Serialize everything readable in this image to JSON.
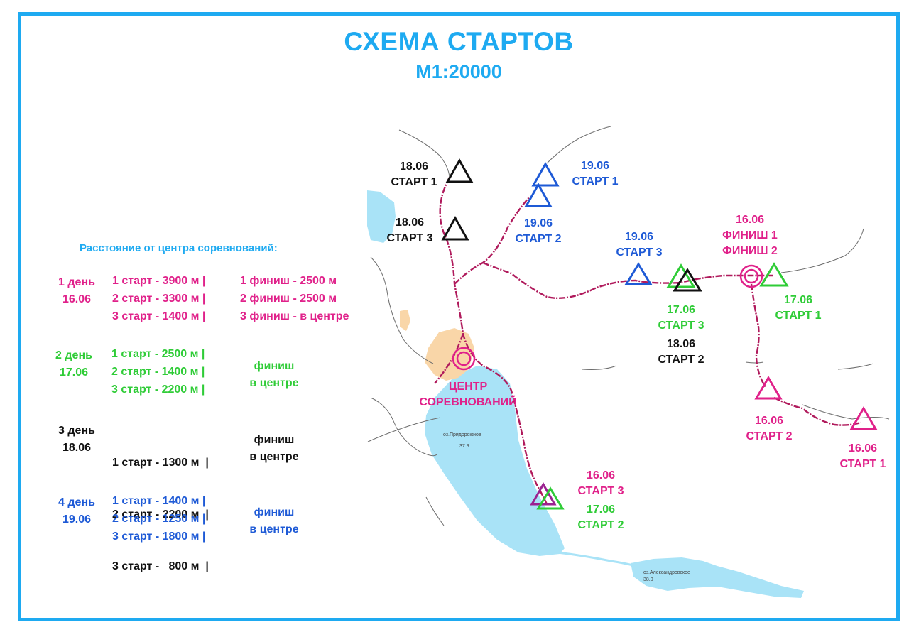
{
  "colors": {
    "cyan": "#1eaaf1",
    "magenta": "#e0218a",
    "green": "#2fcc37",
    "black": "#111111",
    "blue": "#1e5ad6",
    "road": "#b01a5c",
    "water": "#a9e3f7",
    "settlement": "#f9d6a8"
  },
  "title": "СХЕМА СТАРТОВ",
  "scale": "М1:20000",
  "legend": {
    "heading": "Расстояние от центра соревнований:",
    "days": [
      {
        "day": "1 день",
        "date": "16.06",
        "starts": [
          "1 старт - 3900 м  |",
          "2 старт - 3300 м  |",
          "3 старт - 1400 м  |"
        ],
        "finish": [
          "1 финиш - 2500 м",
          "2 финиш - 2500 м",
          "3 финиш - в центре"
        ]
      },
      {
        "day": "2 день",
        "date": "17.06",
        "starts": [
          "1 старт - 2500 м  |",
          "2 старт - 1400 м  |",
          "3 старт - 2200 м  |"
        ],
        "finish": [
          "финиш",
          "в центре"
        ]
      },
      {
        "day": "3 день",
        "date": "18.06",
        "starts": [
          "1 старт - 1300 м  |",
          "2 старт - 2200 м  |",
          "3 старт -   800 м  |"
        ],
        "finish": [
          "финиш",
          "в центре"
        ]
      },
      {
        "day": "4 день",
        "date": "19.06",
        "starts": [
          "1 старт - 1400 м  |",
          "2 старт - 1250 м  |",
          "3 старт - 1800 м  |"
        ],
        "finish": [
          "финиш",
          "в центре"
        ]
      }
    ]
  },
  "map": {
    "center_label": [
      "ЦЕНТР",
      "СОРЕВНОВАНИЙ"
    ],
    "lake1_name": "оз.Придорожное",
    "lake1_height": "37.9",
    "lake2_name": "оз.Александровское",
    "lake2_height": "38.0",
    "labels": {
      "d18_s1": [
        "18.06",
        "СТАРТ 1"
      ],
      "d18_s3": [
        "18.06",
        "СТАРТ 3"
      ],
      "d19_s1": [
        "19.06",
        "СТАРТ 1"
      ],
      "d19_s2": [
        "19.06",
        "СТАРТ 2"
      ],
      "d19_s3": [
        "19.06",
        "СТАРТ 3"
      ],
      "d16_fin": [
        "16.06",
        "ФИНИШ 1",
        "ФИНИШ 2"
      ],
      "d17_s3": [
        "17.06",
        "СТАРТ 3"
      ],
      "d18_s2": [
        "18.06",
        "СТАРТ 2"
      ],
      "d17_s1": [
        "17.06",
        "СТАРТ 1"
      ],
      "d16_s2": [
        "16.06",
        "СТАРТ 2"
      ],
      "d16_s1": [
        "16.06",
        "СТАРТ 1"
      ],
      "d16_s3": [
        "16.06",
        "СТАРТ 3"
      ],
      "d17_s2": [
        "17.06",
        "СТАРТ 2"
      ]
    }
  }
}
